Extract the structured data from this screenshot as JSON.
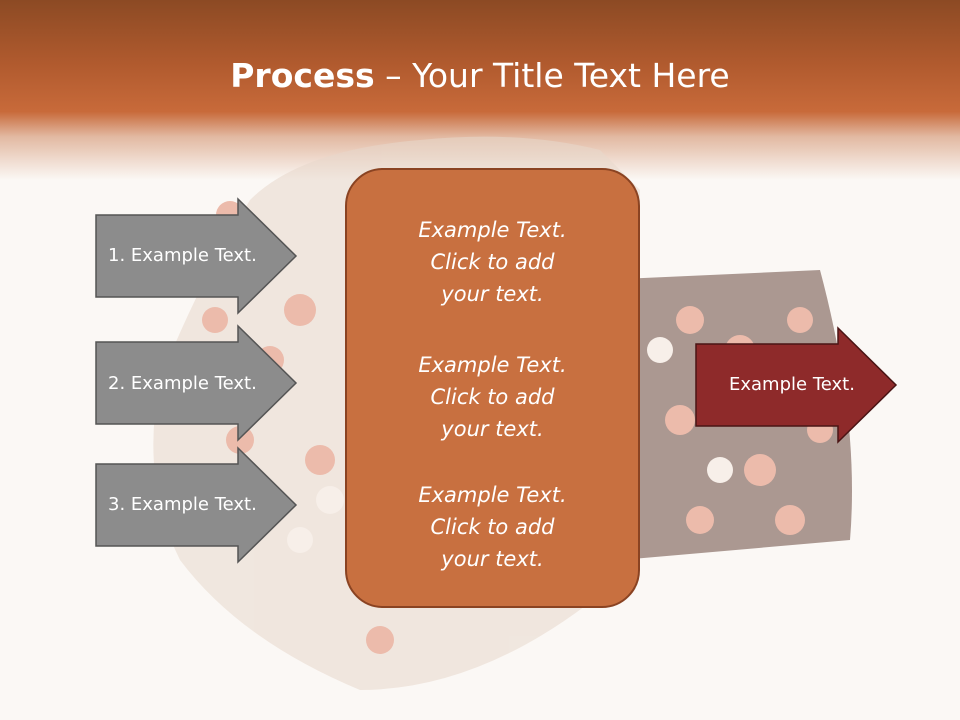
{
  "title": {
    "bold": "Process",
    "rest": " – Your Title Text Here"
  },
  "inputs": [
    {
      "label": "1. Example Text."
    },
    {
      "label": "2. Example Text."
    },
    {
      "label": "3. Example Text."
    }
  ],
  "center_blocks": [
    {
      "lines": [
        "Example Text.",
        "Click  to add",
        "your text."
      ]
    },
    {
      "lines": [
        "Example Text.",
        "Click  to add",
        "your text."
      ]
    },
    {
      "lines": [
        "Example Text.",
        "Click  to add",
        "your text."
      ]
    }
  ],
  "output": {
    "label": "Example Text."
  },
  "colors": {
    "header": "#c86a3a",
    "center_fill": "#c87040",
    "input_arrow": "#8c8c8c",
    "output_arrow": "#8e2a2a"
  }
}
